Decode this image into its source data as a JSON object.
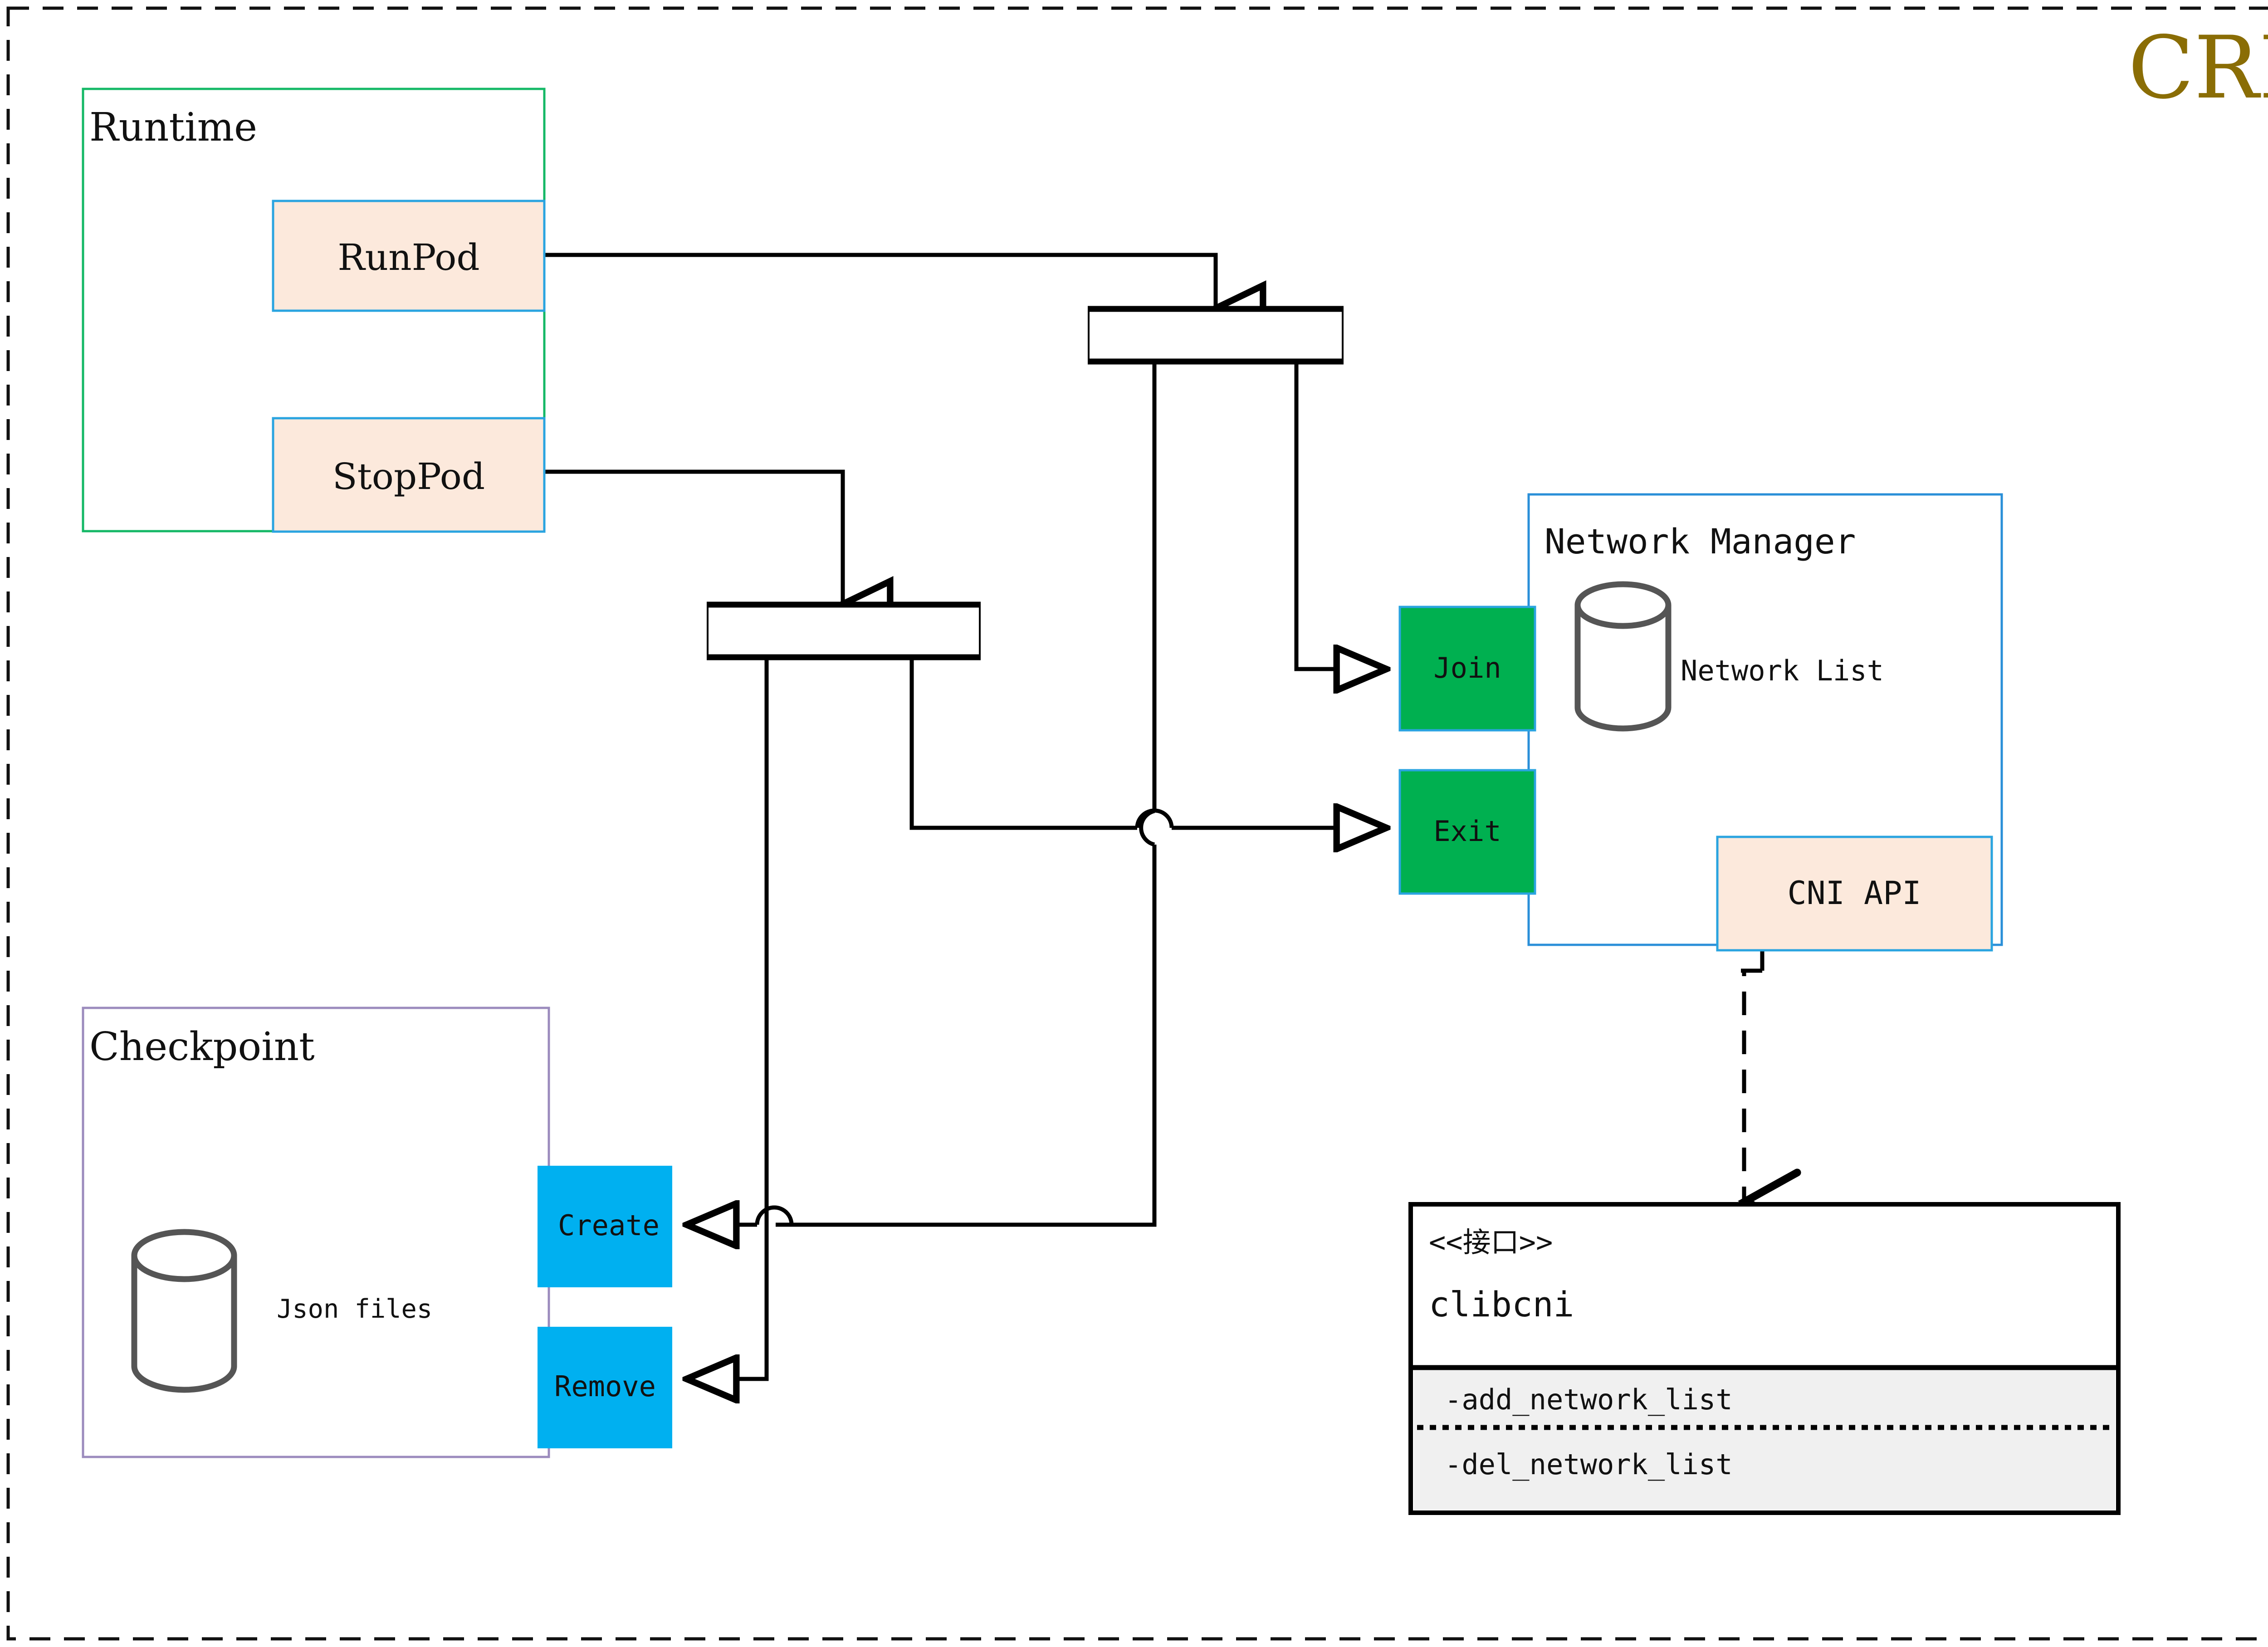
{
  "diagram": {
    "title": "CRI",
    "title_color": "#8a6d05",
    "outer_border": "dashed"
  },
  "runtime": {
    "label": "Runtime",
    "border_color": "#14b866",
    "methods": [
      {
        "label": "RunPod"
      },
      {
        "label": "StopPod"
      }
    ],
    "method_fill": "#fce9dc",
    "method_border": "#2aa4e0"
  },
  "checkpoint": {
    "label": "Checkpoint",
    "border_color": "#9b8bbd",
    "store_label": "Json files",
    "actions": [
      {
        "label": "Create"
      },
      {
        "label": "Remove"
      }
    ],
    "action_fill": "#00b0f0"
  },
  "network_manager": {
    "label": "Network Manager",
    "border_color": "#2a8fd8",
    "store_label": "Network List",
    "ports": [
      {
        "label": "Join"
      },
      {
        "label": "Exit"
      }
    ],
    "port_fill": "#00b050",
    "port_border": "#2aa4e0",
    "api": {
      "label": "CNI API",
      "fill": "#fce9dc",
      "border": "#2aa4e0"
    }
  },
  "interface": {
    "stereotype": "<<接口>>",
    "name": "clibcni",
    "methods_fill": "#f0f0f0",
    "methods": [
      "-add_network_list",
      "-del_network_list"
    ]
  },
  "forks": [
    {
      "name": "upper-fork-bar"
    },
    {
      "name": "lower-fork-bar"
    }
  ]
}
